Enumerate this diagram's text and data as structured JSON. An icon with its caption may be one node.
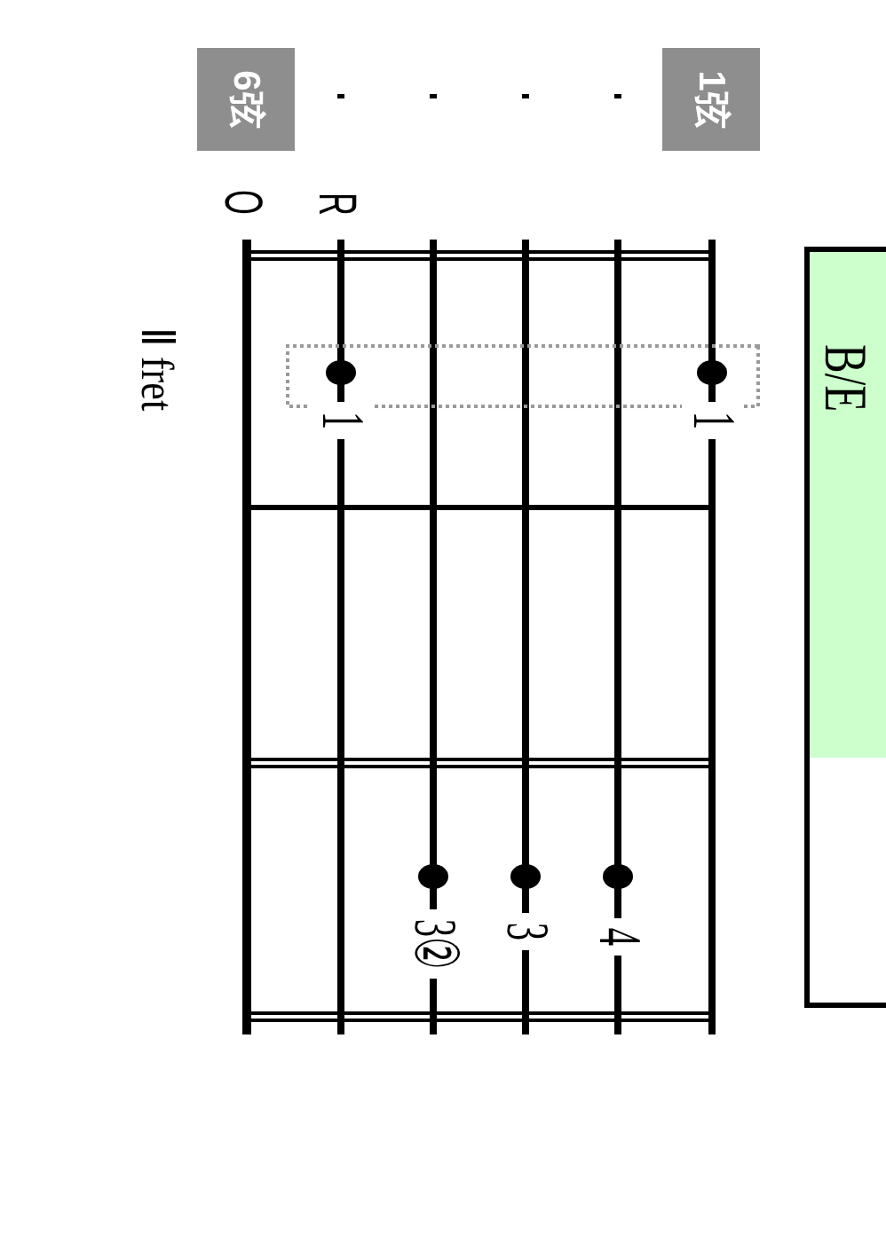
{
  "diagram": {
    "nodes": [
      {
        "text": [
          "B/E"
        ]
      },
      {
        "text": [
          "1弦"
        ]
      },
      {
        "text": [
          "6弦"
        ]
      }
    ],
    "labels": [
      "O",
      "R",
      "1",
      "1",
      "4",
      "3",
      "3②",
      "Ⅱ fret"
    ]
  }
}
